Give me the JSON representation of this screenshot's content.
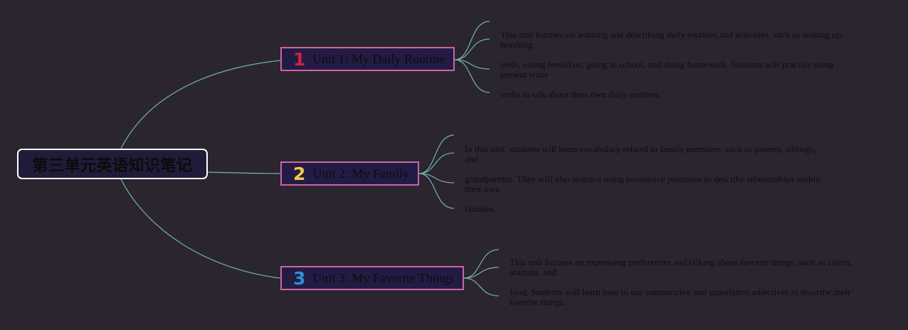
{
  "root": {
    "title": "第三单元英语知识笔记"
  },
  "colors": {
    "background": "#2b2530",
    "link": "#6fb3ad",
    "unit_border": "#c867a2",
    "unit_fill": "#241b45",
    "root_border": "#ffffff",
    "root_fill": "#211b3a"
  },
  "units": [
    {
      "number": "1",
      "number_color": "#d0233a",
      "title": "Unit 1: My Daily Routine",
      "lines": [
        "This unit focuses on learning and describing daily routines and activities, such as waking up, brushing",
        "teeth, eating breakfast, going to school, and doing homework. Students will practice using present tense",
        "verbs to talk about their own daily routines."
      ]
    },
    {
      "number": "2",
      "number_color": "#f2c94c",
      "title": "Unit 2: My Family",
      "lines": [
        "In this unit, students will learn vocabulary related to family members, such as parents, siblings, and",
        "grandparents. They will also practice using possessive pronouns to describe relationships within their own",
        "families."
      ]
    },
    {
      "number": "3",
      "number_color": "#2f8fd6",
      "title": "Unit 3: My Favorite Things",
      "lines": [
        "This unit focuses on expressing preferences and talking about favorite things, such as colors, animals, and",
        "food. Students will learn how to use comparative and superlative adjectives to describe their favorite things."
      ]
    }
  ]
}
